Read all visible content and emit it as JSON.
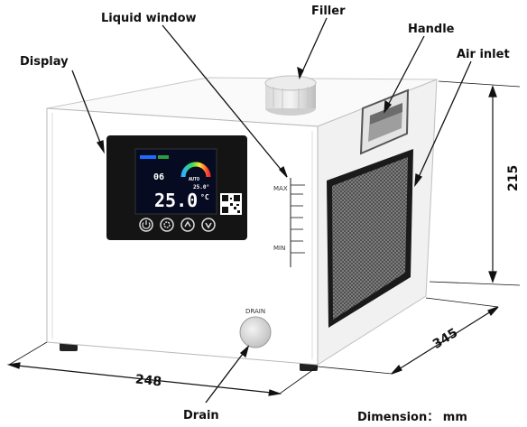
{
  "labels": {
    "liquid_window": "Liquid window",
    "filler": "Filler",
    "handle": "Handle",
    "display": "Display",
    "air_inlet": "Air inlet",
    "drain": "Drain"
  },
  "dimensions": {
    "width": "248",
    "depth": "345",
    "height": "215",
    "unit_note": "Dimension： mm"
  },
  "level_marks": {
    "max": "MAX",
    "min": "MIN"
  },
  "drain_port_label": "DRAIN",
  "screen": {
    "temperature": "25.0",
    "unit": "°C",
    "setpoint": "25.0°",
    "channel": "06",
    "mode": "AUTO"
  },
  "buttons": [
    "power-button",
    "settings-button",
    "up-button",
    "down-button"
  ],
  "colors": {
    "body": "#f7f7f7",
    "panel": "#141414",
    "screen": "#070b22",
    "grille": "#3a3a3a",
    "leader": "#111111"
  }
}
